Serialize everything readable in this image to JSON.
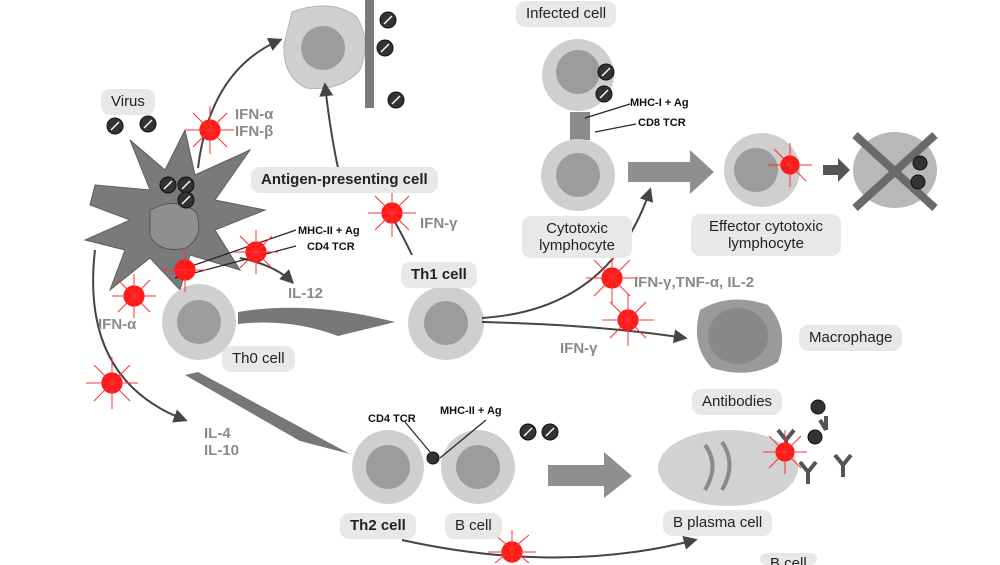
{
  "labels": {
    "virus": "Virus",
    "ifn_alpha_beta": [
      "IFN-α",
      "IFN-β"
    ],
    "antigen_presenting_cell": "Antigen-presenting cell",
    "ifn_gamma_top": "IFN-γ",
    "mhc2_ag_top": "MHC-II + Ag",
    "cd4_tcr_top": "CD4 TCR",
    "th1_cell": "Th1 cell",
    "il12": "IL-12",
    "ifn_alpha_left": "IFN-α",
    "th0_cell": "Th0 cell",
    "il4": "IL-4",
    "il10": "IL-10",
    "infected_cell": "Infected cell",
    "mhc1_ag": "MHC-I + Ag",
    "cd8_tcr": "CD8 TCR",
    "cytotoxic_lymphocyte": "Cytotoxic lymphocyte",
    "effector_cytotoxic_lymphocyte": "Effector cytotoxic lymphocyte",
    "cytokines_mid": "IFN-γ,TNF-α, IL-2",
    "ifn_gamma_mid": "IFN-γ",
    "macrophage": "Macrophage",
    "antibodies": "Antibodies",
    "cd4_tcr_bottom": "CD4 TCR",
    "mhc2_ag_bottom": "MHC-II + Ag",
    "th2_cell": "Th2 cell",
    "b_cell": "B cell",
    "b_plasma_cell": "B plasma cell",
    "b_cell_cut": "B cell"
  },
  "colors": {
    "cell_fill": "#cfcfcf",
    "nucleus_fill": "#9c9c9c",
    "burst": "#ff1a1a",
    "arrow": "#444444",
    "label_bg": "#e8e8e8",
    "cytokine_text": "#8a8a8a"
  }
}
